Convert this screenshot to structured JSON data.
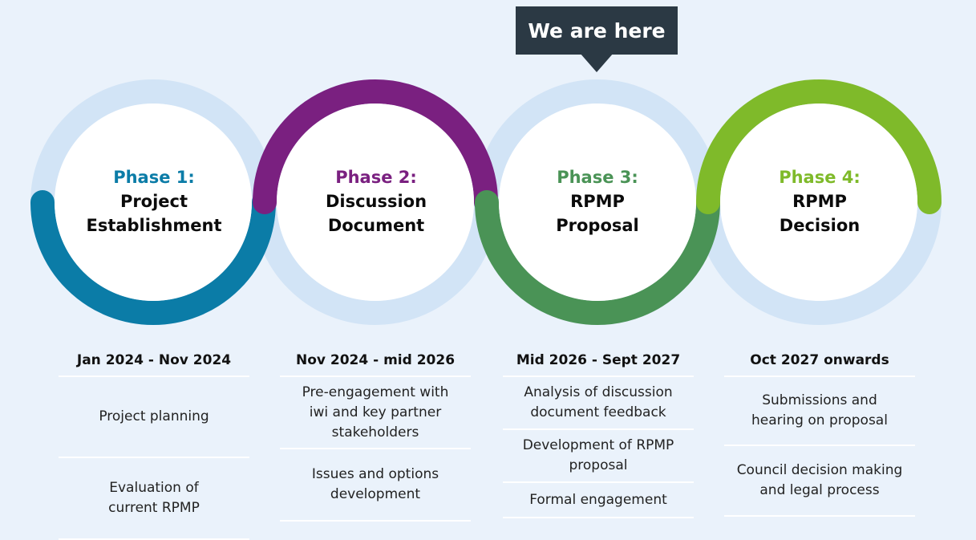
{
  "callout": {
    "label": "We are here"
  },
  "colors": {
    "background": "#eaf2fb",
    "ring_track": "#d2e4f6",
    "callout_bg": "#2b3944"
  },
  "phases": [
    {
      "number": "Phase 1:",
      "name": "Project\nEstablishment",
      "color": "#0b7ca7",
      "date_range": "Jan 2024 - Nov 2024",
      "activities": [
        "Project planning",
        "Evaluation of\ncurrent RPMP"
      ]
    },
    {
      "number": "Phase 2:",
      "name": "Discussion\nDocument",
      "color": "#7a2080",
      "date_range": "Nov 2024 - mid 2026",
      "activities": [
        "Pre-engagement with\niwi and key partner\nstakeholders",
        "Issues and options\ndevelopment"
      ]
    },
    {
      "number": "Phase 3:",
      "name": "RPMP\nProposal",
      "color": "#4a9356",
      "date_range": "Mid 2026 - Sept 2027",
      "activities": [
        "Analysis of discussion\ndocument feedback",
        "Development of RPMP\nproposal",
        "Formal engagement"
      ]
    },
    {
      "number": "Phase 4:",
      "name": "RPMP\nDecision",
      "color": "#7fba2a",
      "date_range": "Oct 2027 onwards",
      "activities": [
        "Submissions and\nhearing on proposal",
        "Council decision making\nand legal process"
      ]
    }
  ]
}
